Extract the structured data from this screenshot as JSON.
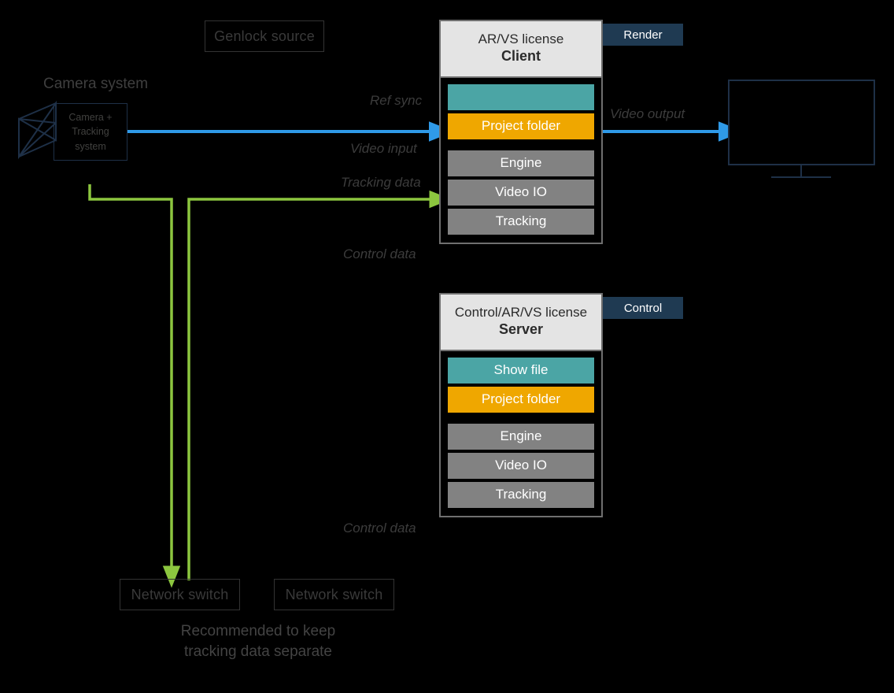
{
  "diagram": {
    "title": "AR/VS Client-Server signal flow",
    "background": "#000000",
    "colors": {
      "video_line": "#2f9ae8",
      "tracking_line": "#8cc63f",
      "teal": "#4ba5a5",
      "amber": "#efa700",
      "grey": "#828282",
      "badge": "#1f3a52",
      "header_bg": "#e4e4e4",
      "outline": "#1e3047"
    }
  },
  "camera": {
    "caption": "Camera system",
    "box_label": "Camera +\nTracking\nsystem",
    "icon": "camera-icon"
  },
  "genlock": {
    "label": "Genlock source"
  },
  "client": {
    "header_line1": "AR/VS license",
    "header_line2": "Client",
    "badge": "Render",
    "bars": [
      {
        "label": "",
        "color": "teal"
      },
      {
        "label": "Project folder",
        "color": "amber"
      },
      {
        "label": "Engine",
        "color": "grey"
      },
      {
        "label": "Video IO",
        "color": "grey"
      },
      {
        "label": "Tracking",
        "color": "grey"
      }
    ]
  },
  "server": {
    "header_line1": "Control/AR/VS license",
    "header_line2": "Server",
    "badge": "Control",
    "bars": [
      {
        "label": "Show file",
        "color": "teal"
      },
      {
        "label": "Project folder",
        "color": "amber"
      },
      {
        "label": "Engine",
        "color": "grey"
      },
      {
        "label": "Video IO",
        "color": "grey"
      },
      {
        "label": "Tracking",
        "color": "grey"
      }
    ]
  },
  "flows": {
    "ref_sync": "Ref sync",
    "video_input": "Video input",
    "tracking_data": "Tracking data",
    "control_data_top": "Control data",
    "control_data_bottom": "Control data",
    "video_output": "Video output"
  },
  "switches": {
    "left": "Network switch",
    "right": "Network switch",
    "note": "Recommended to keep\ntracking data separate"
  },
  "monitor": {
    "name": "display-monitor"
  }
}
